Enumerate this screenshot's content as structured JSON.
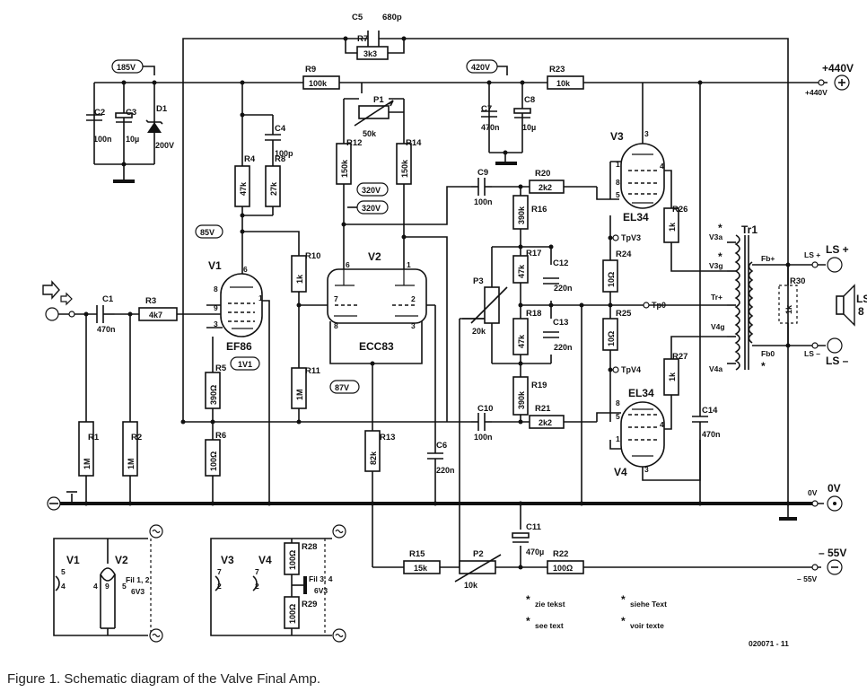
{
  "figure_id": "020071 - 11",
  "caption": "Figure 1. Schematic diagram of the Valve Final Amp.",
  "notes": {
    "zie": "zie tekst",
    "see": "see text",
    "siehe": "siehe Text",
    "voir": "voir texte"
  },
  "voltage_tags": {
    "v185": "185V",
    "v420": "420V",
    "v85": "85V",
    "v320a": "320V",
    "v320b": "320V",
    "v1": "1V1",
    "v87": "87V"
  },
  "terminals": {
    "plus440": "+440V",
    "plus440_small": "+440V",
    "ls_plus": "LS +",
    "ls_plus_small": "LS +",
    "ls_minus": "LS –",
    "ls_minus_small": "LS –",
    "ls_right": "LS",
    "ls_right_small": "8",
    "zero_v": "0V",
    "zero_v_small": "0V",
    "minus55": "– 55V",
    "minus55_small": "– 55V"
  },
  "components": {
    "C1": {
      "ref": "C1",
      "value": "470n"
    },
    "C2": {
      "ref": "C2",
      "value": "100n"
    },
    "C3": {
      "ref": "C3",
      "value": "10µ"
    },
    "C4": {
      "ref": "C4",
      "value": "100p"
    },
    "C5": {
      "ref": "C5",
      "value": "680p"
    },
    "C6": {
      "ref": "C6",
      "value": "220n"
    },
    "C7": {
      "ref": "C7",
      "value": "470n"
    },
    "C8": {
      "ref": "C8",
      "value": "10µ"
    },
    "C9": {
      "ref": "C9",
      "value": "100n"
    },
    "C10": {
      "ref": "C10",
      "value": "100n"
    },
    "C11": {
      "ref": "C11",
      "value": "470µ"
    },
    "C12": {
      "ref": "C12",
      "value": "220n"
    },
    "C13": {
      "ref": "C13",
      "value": "220n"
    },
    "C14": {
      "ref": "C14",
      "value": "470n"
    },
    "D1": {
      "ref": "D1",
      "value": "200V"
    },
    "R1": {
      "ref": "R1",
      "value": "1M"
    },
    "R2": {
      "ref": "R2",
      "value": "1M"
    },
    "R3": {
      "ref": "R3",
      "value": "4k7"
    },
    "R4": {
      "ref": "R4",
      "value": "47k"
    },
    "R5": {
      "ref": "R5",
      "value": "390Ω"
    },
    "R6": {
      "ref": "R6",
      "value": "100Ω"
    },
    "R7": {
      "ref": "R7",
      "value": "3k3"
    },
    "R8": {
      "ref": "R8",
      "value": "27k"
    },
    "R9": {
      "ref": "R9",
      "value": "100k"
    },
    "R10": {
      "ref": "R10",
      "value": "1k"
    },
    "R11": {
      "ref": "R11",
      "value": "1M"
    },
    "R12": {
      "ref": "R12",
      "value": "150k"
    },
    "R13": {
      "ref": "R13",
      "value": "82k"
    },
    "R14": {
      "ref": "R14",
      "value": "150k"
    },
    "R15": {
      "ref": "R15",
      "value": "15k"
    },
    "R16": {
      "ref": "R16",
      "value": "390k"
    },
    "R17": {
      "ref": "R17",
      "value": "47k"
    },
    "R18": {
      "ref": "R18",
      "value": "47k"
    },
    "R19": {
      "ref": "R19",
      "value": "390k"
    },
    "R20": {
      "ref": "R20",
      "value": "2k2"
    },
    "R21": {
      "ref": "R21",
      "value": "2k2"
    },
    "R22": {
      "ref": "R22",
      "value": "100Ω"
    },
    "R23": {
      "ref": "R23",
      "value": "10k"
    },
    "R24": {
      "ref": "R24",
      "value": "10Ω"
    },
    "R25": {
      "ref": "R25",
      "value": "10Ω"
    },
    "R26": {
      "ref": "R26",
      "value": "1k"
    },
    "R27": {
      "ref": "R27",
      "value": "1k"
    },
    "R28": {
      "ref": "R28",
      "value": "100Ω"
    },
    "R29": {
      "ref": "R29",
      "value": "100Ω"
    },
    "R30": {
      "ref": "R30",
      "value": "1k"
    },
    "P1": {
      "ref": "P1",
      "value": "50k"
    },
    "P2": {
      "ref": "P2",
      "value": "10k"
    },
    "P3": {
      "ref": "P3",
      "value": "20k"
    }
  },
  "tubes": {
    "V1": {
      "ref": "V1",
      "type": "EF86",
      "pins": [
        "8",
        "9",
        "3",
        "6",
        "1"
      ]
    },
    "V2": {
      "ref": "V2",
      "type": "ECC83",
      "pins": [
        "6",
        "1",
        "7",
        "2",
        "8",
        "3"
      ]
    },
    "V3": {
      "ref": "V3",
      "type": "EL34",
      "pins": [
        "3",
        "1",
        "8",
        "5",
        "4"
      ]
    },
    "V4": {
      "ref": "V4",
      "type": "EL34",
      "pins": [
        "8",
        "5",
        "1",
        "4",
        "3"
      ]
    }
  },
  "test_points": {
    "tpv3": "TpV3",
    "tpv4": "TpV4",
    "tp0": "Tp0"
  },
  "transformer": {
    "ref": "Tr1",
    "taps": [
      "V3a",
      "V3g",
      "Tr+",
      "V4g",
      "V4a"
    ],
    "secondary": [
      "Fb+",
      "Fb0"
    ]
  },
  "heaters": {
    "group1": {
      "tube_a": "V1",
      "tube_b": "V2",
      "pin_a_top": "5",
      "pin_a_bot": "4",
      "pin_b1": "4",
      "pin_b2": "9",
      "pin_b3": "5",
      "label1": "Fil 1, 2",
      "label2": "6V3"
    },
    "group2": {
      "tube_a": "V3",
      "tube_b": "V4",
      "pin_a_top": "7",
      "pin_a_bot": "2",
      "pin_b_top": "7",
      "pin_b_bot": "2",
      "label1": "Fil 3, 4",
      "label2": "6V3"
    }
  }
}
